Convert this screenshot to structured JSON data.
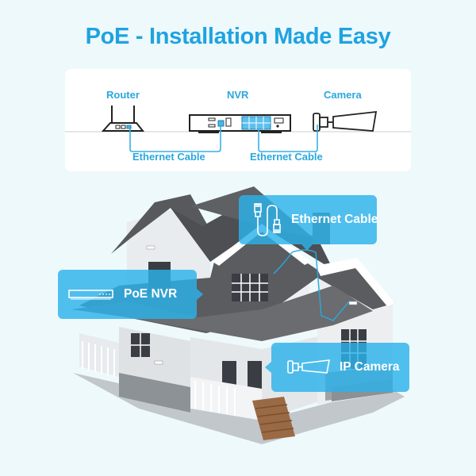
{
  "title": "PoE - Installation Made Easy",
  "diagram": {
    "devices": [
      {
        "label": "Router",
        "icon": "router-icon"
      },
      {
        "label": "NVR",
        "icon": "nvr-icon"
      },
      {
        "label": "Camera",
        "icon": "bullet-camera-icon"
      }
    ],
    "cables": [
      {
        "label": "Ethernet Cable",
        "from": "Router",
        "to": "NVR"
      },
      {
        "label": "Ethernet Cable",
        "from": "NVR",
        "to": "Camera"
      }
    ]
  },
  "illustration": {
    "subject": "two-story house with security cameras",
    "callouts": [
      {
        "label": "Ethernet Cable",
        "icon": "ethernet-cable-icon"
      },
      {
        "label": "PoE NVR",
        "icon": "nvr-icon"
      },
      {
        "label": "IP Camera",
        "icon": "bullet-camera-icon"
      }
    ]
  },
  "colors": {
    "accent": "#1fa3e0",
    "callout_bg": "#2cb2ea",
    "background": "#eef9fc",
    "panel": "#ffffff",
    "line_dark": "#222222"
  }
}
